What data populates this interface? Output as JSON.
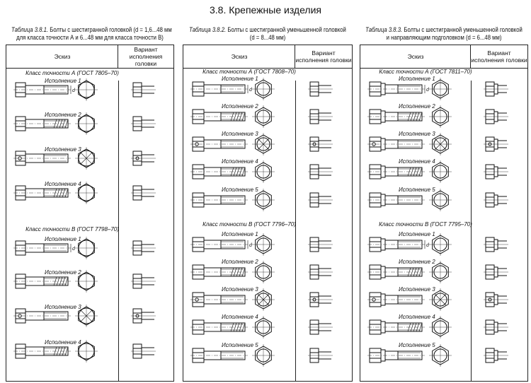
{
  "page_title": "3.8. Крепежные изделия",
  "tables": [
    {
      "caption_label": "Таблица 3.8.1.",
      "caption_line1": "Болты с шестигранной головкой (d = 1,6...48 мм",
      "caption_line2": "для класса точности А и 6...48 мм для класса точности В)",
      "col_sketch": "Эскиз",
      "col_variant": "Вариант исполнения головки",
      "sections": [
        {
          "label": "Класс точности А (ГОСТ 7805–70)",
          "variants": [
            "Исполнение 1",
            "Исполнение 2",
            "Исполнение 3",
            "Исполнение 4"
          ]
        },
        {
          "label": "Класс точности В (ГОСТ 7798–70)",
          "variants": [
            "Исполнение 1",
            "Исполнение 2",
            "Исполнение 3",
            "Исполнение 4"
          ]
        }
      ]
    },
    {
      "caption_label": "Таблица 3.8.2.",
      "caption_line1": "Болты с шестигранной уменьшенной головкой",
      "caption_line2": "(d = 8...48 мм)",
      "col_sketch": "Эскиз",
      "col_variant": "Вариант исполнения головки",
      "sections": [
        {
          "label": "Класс точности А (ГОСТ 7808–70)",
          "variants": [
            "Исполнение 1",
            "Исполнение 2",
            "Исполнение 3",
            "Исполнение 4",
            "Исполнение 5"
          ]
        },
        {
          "label": "Класс точности В (ГОСТ 7796–70)",
          "variants": [
            "Исполнение 1",
            "Исполнение 2",
            "Исполнение 3",
            "Исполнение 4",
            "Исполнение 5"
          ]
        }
      ]
    },
    {
      "caption_label": "Таблица 3.8.3.",
      "caption_line1": "Болты с шестигранной уменьшенной головкой",
      "caption_line2": "и направляющим подголовком (d = 6...48 мм)",
      "col_sketch": "Эскиз",
      "col_variant": "Вариант исполнения головки",
      "sections": [
        {
          "label": "Класс точности А (ГОСТ 7811–70)",
          "variants": [
            "Исполнение 1",
            "Исполнение 2",
            "Исполнение 3",
            "Исполнение 4",
            "Исполнение 5"
          ]
        },
        {
          "label": "Класс точности В (ГОСТ 7795–70)",
          "variants": [
            "Исполнение 1",
            "Исполнение 2",
            "Исполнение 3",
            "Исполнение 4",
            "Исполнение 5"
          ]
        }
      ]
    }
  ],
  "dimension_label": "d"
}
